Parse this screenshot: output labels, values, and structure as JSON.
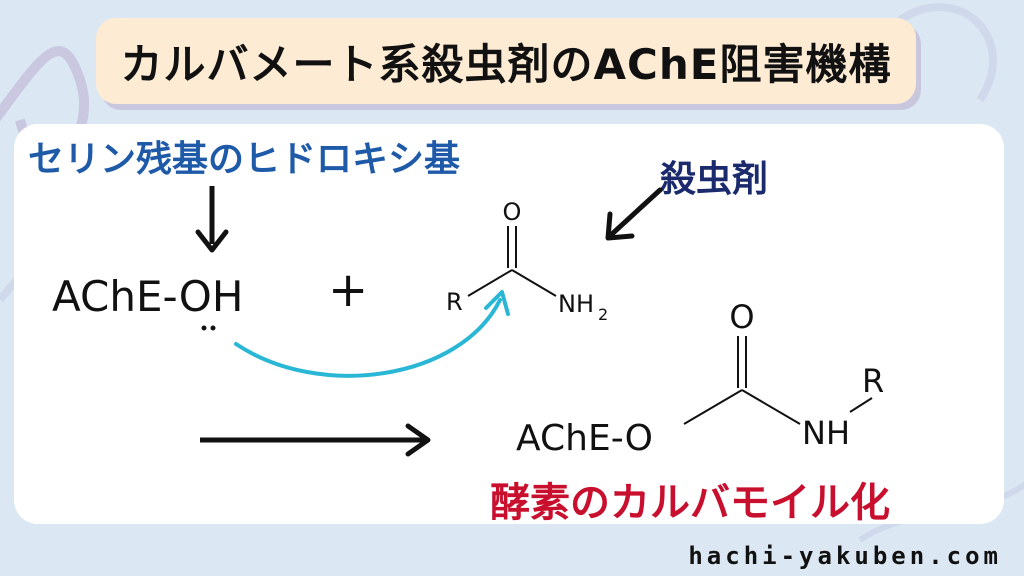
{
  "title": "カルバメート系殺虫剤のAChE阻害機構",
  "labels": {
    "serine_hydroxyl": "セリン残基のヒドロキシ基",
    "insecticide": "殺虫剤",
    "enzyme_carbamoylation": "酵素のカルバモイル化"
  },
  "reactants": {
    "enzyme": "AChE-OH",
    "plus": "+",
    "carbamate_R": "R",
    "carbamate_O": "O",
    "carbamate_NH": "NH",
    "carbamate_sub": "2"
  },
  "product": {
    "enzyme_part": "AChE-O",
    "O": "O",
    "NH": "NH",
    "R": "R"
  },
  "website": "hachi-yakuben.com",
  "colors": {
    "background": "#dbe8f3",
    "title_box": "#fdebd3",
    "serine_label": "#1e5aa8",
    "insecticide_label": "#1a2a6c",
    "reaction_label": "#c8102e",
    "curved_arrow": "#2ab7d6"
  }
}
